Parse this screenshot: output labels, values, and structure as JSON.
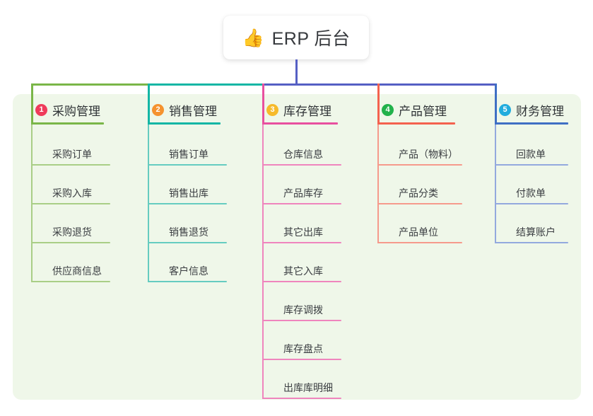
{
  "diagram": {
    "title": "ERP 后台",
    "root": {
      "icon": "thumbs-up-icon",
      "emoji": "👍",
      "label": "ERP 后台"
    },
    "background_color": "#eff7e9",
    "canvas_color": "#ffffff",
    "bus_segments": [
      {
        "name": "green-segment",
        "color": "#7ab648"
      },
      {
        "name": "teal-segment",
        "color": "#13b6a5"
      },
      {
        "name": "indigo-segment",
        "color": "#5560c4"
      }
    ],
    "root_stem_color": "#5560c4",
    "columns": [
      {
        "index": "1",
        "label": "采购管理",
        "badge_color": "#ef3b5b",
        "line_color": "#7ab648",
        "leaf_line_color": "#a9ce86",
        "items": [
          {
            "label": "采购订单"
          },
          {
            "label": "采购入库"
          },
          {
            "label": "采购退货"
          },
          {
            "label": "供应商信息"
          }
        ]
      },
      {
        "index": "2",
        "label": "销售管理",
        "badge_color": "#f5922f",
        "line_color": "#13b6a5",
        "leaf_line_color": "#65ccc0",
        "items": [
          {
            "label": "销售订单"
          },
          {
            "label": "销售出库"
          },
          {
            "label": "销售退货"
          },
          {
            "label": "客户信息"
          }
        ]
      },
      {
        "index": "3",
        "label": "库存管理",
        "badge_color": "#f6ba2b",
        "line_color": "#e8509f",
        "leaf_line_color": "#ef85bd",
        "items": [
          {
            "label": "仓库信息"
          },
          {
            "label": "产品库存"
          },
          {
            "label": "其它出库"
          },
          {
            "label": "其它入库"
          },
          {
            "label": "库存调拨"
          },
          {
            "label": "库存盘点"
          },
          {
            "label": "出库库明细"
          }
        ]
      },
      {
        "index": "4",
        "label": "产品管理",
        "badge_color": "#21b24b",
        "line_color": "#f4624f",
        "leaf_line_color": "#f69a8c",
        "items": [
          {
            "label": "产品（物料）"
          },
          {
            "label": "产品分类"
          },
          {
            "label": "产品单位"
          }
        ]
      },
      {
        "index": "5",
        "label": "财务管理",
        "badge_color": "#22acdd",
        "line_color": "#3f6fc4",
        "leaf_line_color": "#93a9de",
        "items": [
          {
            "label": "回款单"
          },
          {
            "label": "付款单"
          },
          {
            "label": "结算账户"
          }
        ]
      }
    ]
  }
}
